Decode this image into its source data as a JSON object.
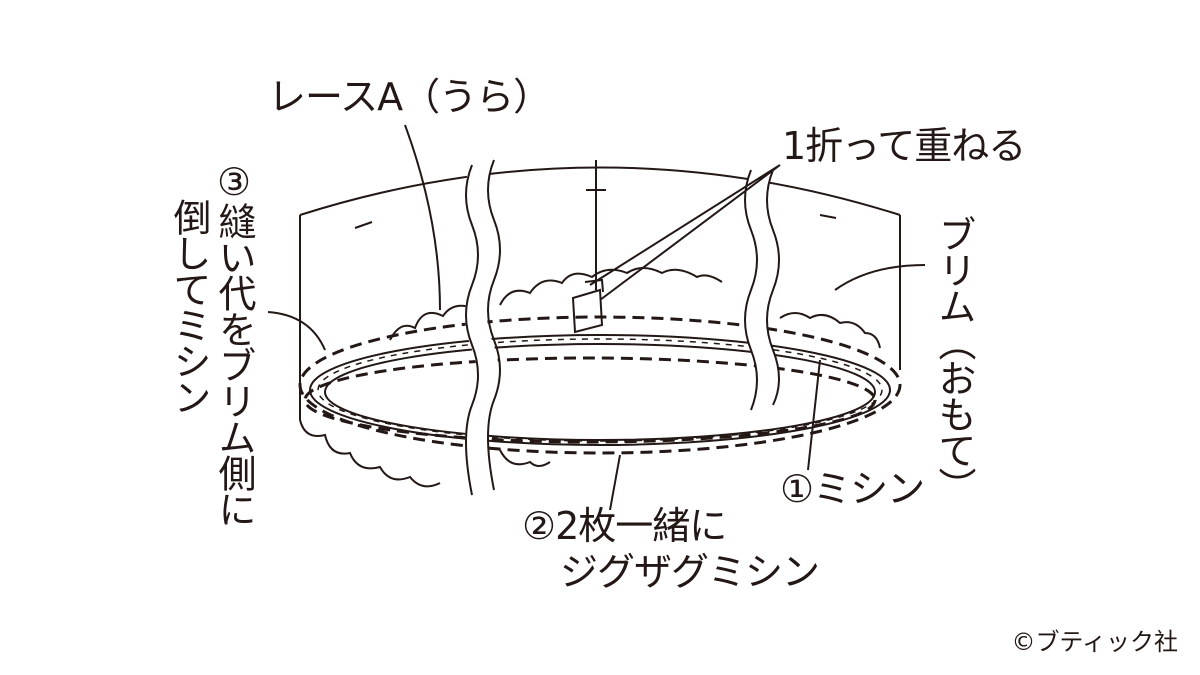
{
  "labels": {
    "lace": "レースA（うら）",
    "fold": "1折って重ねる",
    "seam_col1": "③縫い代をブリム側に",
    "seam_col2": "倒してミシン",
    "brim": "ブリム（おもて）",
    "machine": "①ミシン",
    "zigzag_line1": "②2枚一緒に",
    "zigzag_line2": "ジグザグミシン"
  },
  "copyright": "©ブティック社",
  "colors": {
    "ink": "#231815",
    "background": "#ffffff"
  }
}
